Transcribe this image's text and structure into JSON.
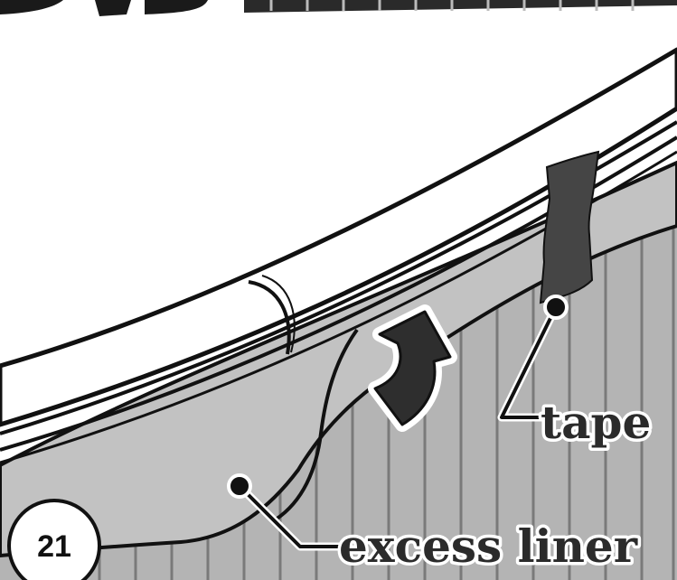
{
  "figure": {
    "step_number": "21",
    "labels": {
      "tape": "tape",
      "excess_liner": "excess liner"
    },
    "colors": {
      "background": "#ffffff",
      "pool_wall": "#b4b4b4",
      "liner": "#c2c2c2",
      "tape": "#454545",
      "outline": "#111111",
      "wall_stripe": "#7a7a7a"
    },
    "icons": [
      "fold-up-arrow-icon",
      "callout-dot-icon"
    ]
  }
}
